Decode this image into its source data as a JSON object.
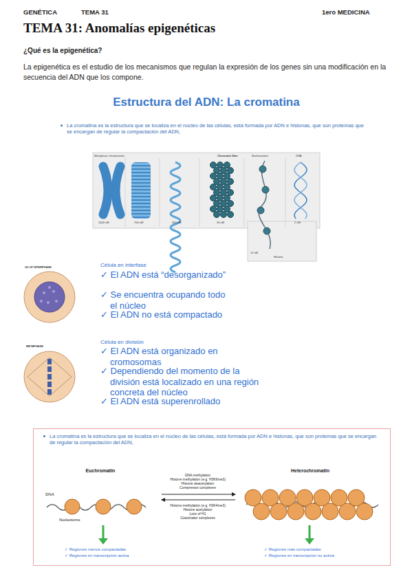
{
  "diagram": {
    "title": "TEMA 31: Anomalías epigenéticas",
    "nodes": [
      {
        "text": [
          "La cromatina es la estructura que se localiza en el núcleo de las células, está formada por ADN e histonas, que son proteínas que se encargan de regular la compactación del ADN,"
        ]
      },
      {
        "text": [
          "Euchromatin"
        ],
        "in": 0
      },
      {
        "text": [
          "Heterochromatin"
        ],
        "in": 0
      }
    ],
    "edges": [
      {
        "from": 1,
        "to": 2,
        "arrow": "to"
      },
      {
        "from": 2,
        "to": 1,
        "arrow": "to"
      }
    ],
    "labels": [
      "GENÉTICA",
      "TEMA 31",
      "1ero MEDICINA",
      "¿Qué es la epigenética?",
      "La epigenética es el estudio de los mecanismos que regulan la expresión de los genes sin una modificación en la secuencia del ADN que los compone.",
      "Estructura del ADN: La cromatina",
      "La cromatina es la estructura que se localiza en el núcleo de las células, está formada por ADN e histonas, que son proteínas que se encargan de regular la compactación del ADN,",
      "Metaphase chromosome",
      "Chromatin fiber",
      "Nucleosomes",
      "DNA",
      "1400 nM",
      "700 nM",
      "300 nM",
      "30 nM",
      "11 nM",
      "2 nM",
      "Histone",
      "G2 OF INTERPHASE",
      "Célula en interfase",
      "✓ El ADN está “desorganizado”",
      "✓ Se encuentra ocupando todo el núcleo",
      "✓ El ADN no está compactado",
      "METAPHASE",
      "Célula en división",
      "✓ El ADN está organizado en cromosomas",
      "✓ Dependiendo del momento de la división está localizado en una región concreta del núcleo",
      "✓ El ADN está superenrollado",
      "DNA",
      "Nucleosome",
      "DNA methylation",
      "Histone methylation (e.g. H3K9me3)",
      "Histone deacetylation",
      "Corepressor complexes",
      "Histone methylation (e.g. H3K4me3)",
      "Histone acetylation",
      "Loss of H1",
      "Coactivator complexes",
      "✓ Regiones menos compactadas",
      "✓ Regiones en transcripción activa",
      "✓ Regiones mas compactadas",
      "✓ Regiones en transcripción no activa"
    ]
  }
}
